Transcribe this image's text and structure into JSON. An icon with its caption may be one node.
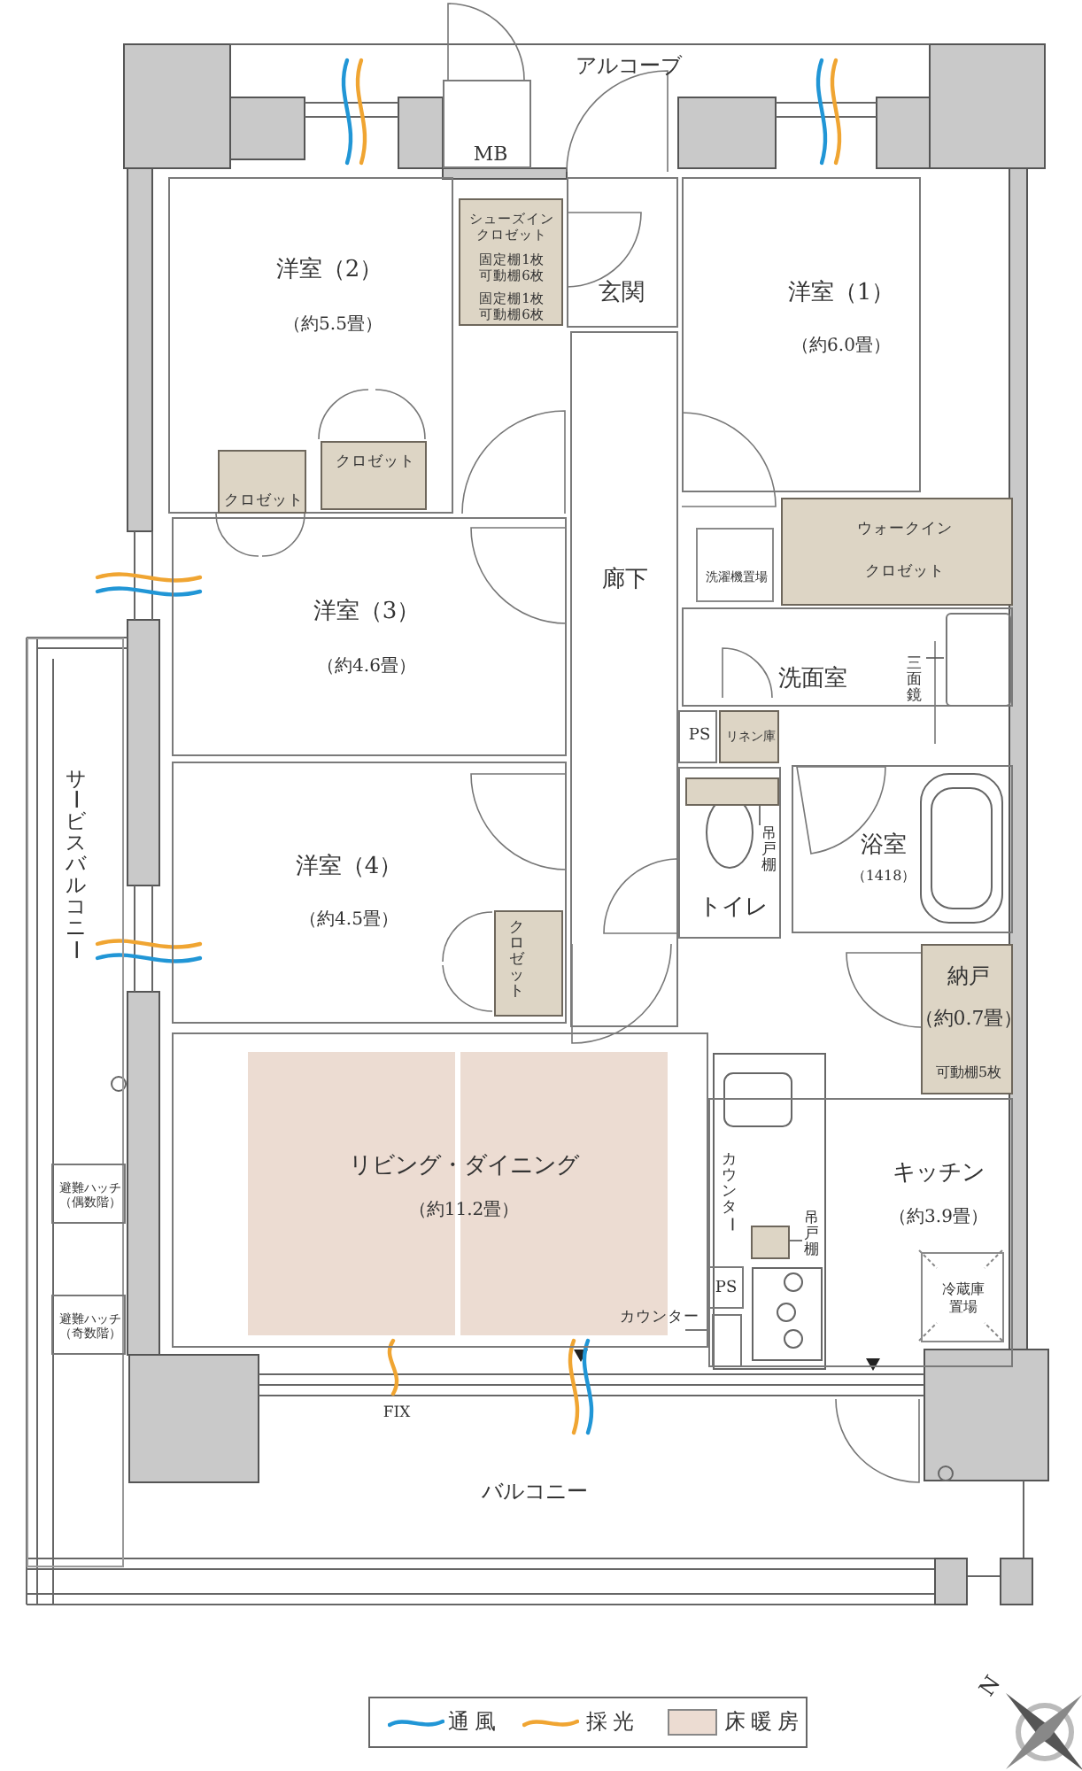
{
  "diagram": {
    "nodes": [
      {
        "text": [
          "洋室（2）",
          "（約5.5畳）"
        ]
      },
      {
        "text": [
          "MB"
        ]
      },
      {
        "text": [
          "シューズインクロゼット",
          "固定棚1枚可動棚6枚",
          "固定棚1枚可動棚6枚"
        ]
      },
      {
        "text": [
          "玄関"
        ]
      },
      {
        "text": [
          "洋室（1）",
          "（約6.0畳）"
        ]
      },
      {
        "text": [
          "クロゼット"
        ],
        "in": 0
      },
      {
        "text": [
          "クロゼット"
        ],
        "in": 0
      },
      {
        "text": [
          "廊下"
        ]
      },
      {
        "text": [
          "ウォークイン",
          "クロゼット"
        ]
      },
      {
        "text": [
          "洗濯機置場"
        ]
      },
      {
        "text": [
          "洋室（3）",
          "（約4.6畳）"
        ]
      },
      {
        "text": [
          "洗面室"
        ]
      },
      {
        "text": [
          "三面鏡"
        ],
        "in": 11
      },
      {
        "text": [],
        "shape": "box",
        "in": 11
      },
      {
        "text": [
          "PS"
        ]
      },
      {
        "text": [
          "リネン庫"
        ]
      },
      {
        "text": [
          "トイレ"
        ]
      },
      {
        "text": [
          "吊戸棚"
        ],
        "in": 16
      },
      {
        "text": [],
        "shape": "box",
        "in": 16
      },
      {
        "text": [
          "浴室",
          "（1418）"
        ]
      },
      {
        "text": [
          "洋室（4）",
          "（約4.5畳）"
        ]
      },
      {
        "text": [
          "クロゼット"
        ],
        "in": 20
      },
      {
        "text": [
          "納戸",
          "（約0.7畳）",
          "可動棚5枚"
        ]
      },
      {
        "text": [
          "サービスバルコニー"
        ]
      },
      {
        "text": [
          "避難ハッチ（偶数階）"
        ],
        "in": 23
      },
      {
        "text": [
          "避難ハッチ（奇数階）"
        ],
        "in": 23
      },
      {
        "text": [
          "リビング・ダイニング",
          "（約11.2畳）"
        ]
      },
      {
        "text": [
          "キッチン",
          "（約3.9畳）"
        ]
      },
      {
        "text": [
          "吊戸棚"
        ],
        "in": 27
      },
      {
        "text": [],
        "shape": "box",
        "in": 27
      },
      {
        "text": [
          "PS"
        ],
        "in": 27
      },
      {
        "text": [
          "冷蔵庫置場"
        ],
        "in": 27
      },
      {
        "text": [
          "カウンター"
        ],
        "in": 26
      },
      {
        "text": [],
        "shape": "box",
        "in": 27
      }
    ],
    "edges": [
      {
        "from": 12,
        "to": 13,
        "arrow": "none"
      },
      {
        "from": 17,
        "to": 18,
        "arrow": "none"
      },
      {
        "from": 28,
        "to": 29,
        "arrow": "none"
      },
      {
        "from": 32,
        "to": 33,
        "arrow": "none"
      }
    ],
    "labels": [
      "アルコーブ",
      "カウンター",
      "FIX",
      "バルコニー",
      "N"
    ],
    "legend": [
      {
        "text": "通風"
      },
      {
        "text": "採光"
      },
      {
        "text": "床暖房",
        "color": "#ecdcd2"
      }
    ]
  }
}
